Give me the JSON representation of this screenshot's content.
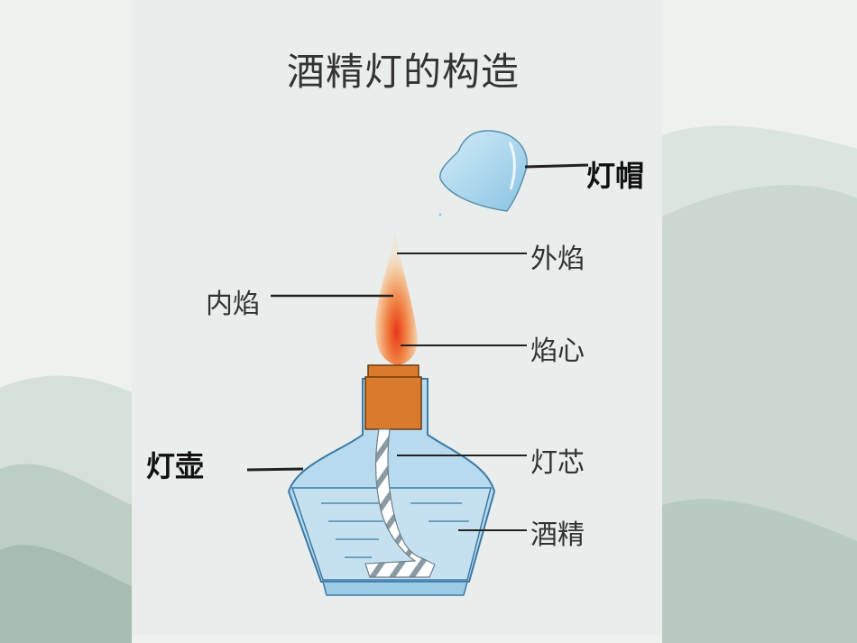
{
  "title": "酒精灯的构造",
  "labels": {
    "cap": "灯帽",
    "outer_flame": "外焰",
    "inner_flame": "内焰",
    "flame_core": "焰心",
    "body": "灯壶",
    "wick": "灯芯",
    "alcohol": "酒精"
  },
  "colors": {
    "glass": "#a9d3ea",
    "liquid": "#c5e1ef",
    "cork": "#d97a2c",
    "flame_outer": "#f4c59a",
    "flame_core": "#e8361a"
  }
}
